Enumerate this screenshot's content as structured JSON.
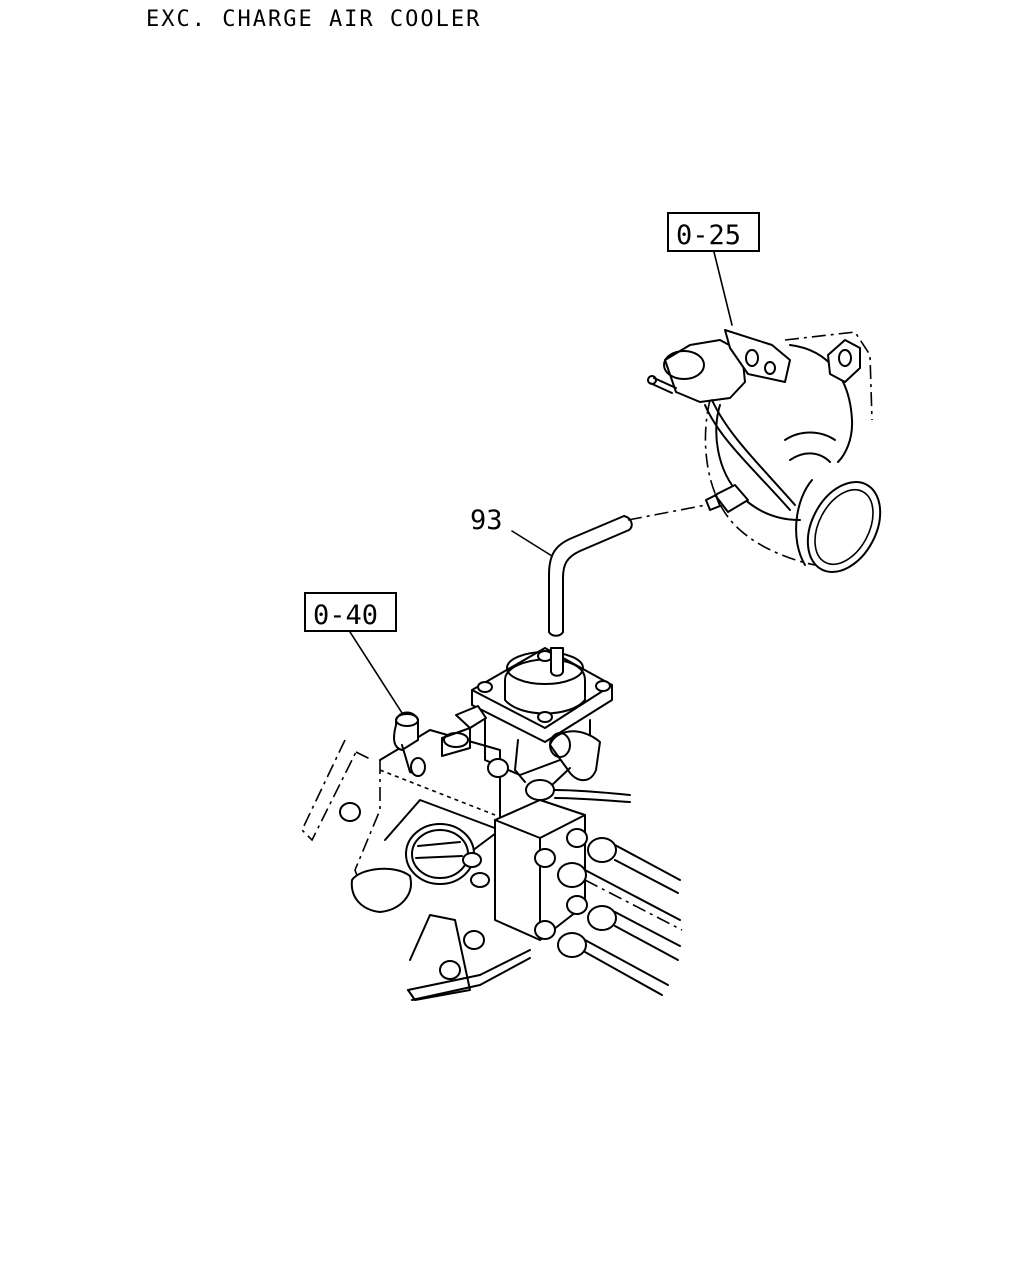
{
  "title": "EXC. CHARGE AIR COOLER",
  "callouts": {
    "ref_upper": "0-25",
    "ref_lower": "0-40",
    "part_hose": "93"
  }
}
